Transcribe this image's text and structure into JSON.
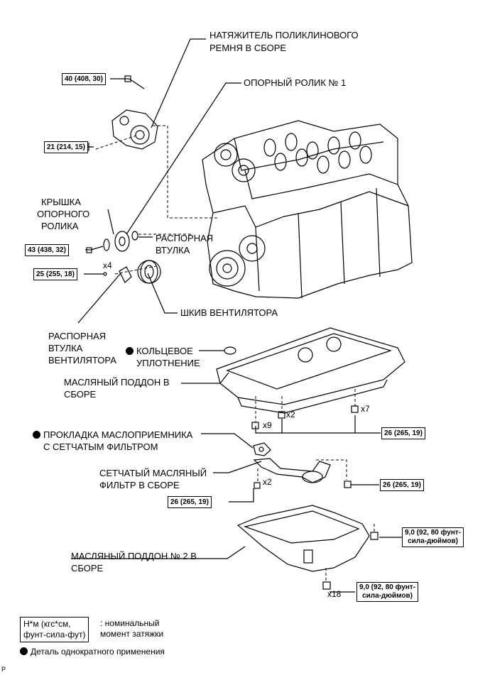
{
  "labels": {
    "tensioner": [
      "НАТЯЖИТЕЛЬ ПОЛИКЛИНОВОГО",
      "РЕМНЯ В СБОРЕ"
    ],
    "idler_pulley": "ОПОРНЫЙ РОЛИК № 1",
    "idler_cover": [
      "КРЫШКА",
      "ОПОРНОГО",
      "РОЛИКА"
    ],
    "spacer": [
      "РАСПОРНАЯ",
      "ВТУЛКА"
    ],
    "fan_pulley": "ШКИВ ВЕНТИЛЯТОРА",
    "fan_spacer": [
      "РАСПОРНАЯ",
      "ВТУЛКА",
      "ВЕНТИЛЯТОРА"
    ],
    "o_ring": [
      "КОЛЬЦЕВОЕ",
      "УПЛОТНЕНИЕ"
    ],
    "oil_pan": [
      "МАСЛЯНЫЙ ПОДДОН В",
      "СБОРЕ"
    ],
    "strainer_gasket": [
      "ПРОКЛАДКА МАСЛОПРИЕМНИКА",
      "С СЕТЧАТЫМ ФИЛЬТРОМ"
    ],
    "strainer": [
      "СЕТЧАТЫЙ МАСЛЯНЫЙ",
      "ФИЛЬТР В СБОРЕ"
    ],
    "oil_pan2": [
      "МАСЛЯНЫЙ ПОДДОН № 2 В",
      "СБОРЕ"
    ]
  },
  "torques": {
    "t40": "40 (408, 30)",
    "t21": "21 (214, 15)",
    "t43": "43 (438, 32)",
    "t25": "25 (255, 18)",
    "t26a": "26 (265, 19)",
    "t26b": "26 (265, 19)",
    "t26c": "26 (265, 19)",
    "t9a": [
      "9,0 (92, 80 фунт-",
      "сила-дюймов)"
    ],
    "t9b": [
      "9,0 (92, 80 фунт-",
      "сила-дюймов)"
    ]
  },
  "multipliers": {
    "x4": "x4",
    "x2a": "x2",
    "x7": "x7",
    "x9": "x9",
    "x2b": "x2",
    "x18": "x18"
  },
  "legend": {
    "box": [
      "Н*м (кгс*см,",
      "фунт-сила-фут)"
    ],
    "text": [
      ": номинальный",
      "момент затяжки"
    ],
    "single_use": "Деталь однократного применения"
  },
  "corner_mark": "P"
}
